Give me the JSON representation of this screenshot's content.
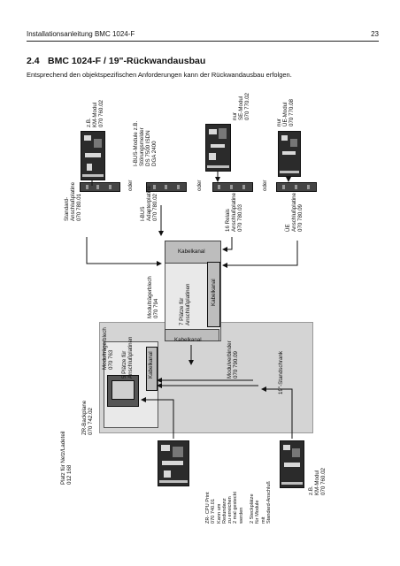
{
  "header": {
    "left": "Installationsanleitung BMC 1024-F",
    "page": "23"
  },
  "section": {
    "number": "2.4",
    "title": "BMC 1024-F / 19\"-Rückwandausbau"
  },
  "intro": "Entsprechend den objektspezifischen Anforderungen kann der Rückwandausbau erfolgen.",
  "diagram": {
    "top_labels": {
      "km_modul_1": "z.B.\nKM-Modul\n070 760.02",
      "ibus_module": "I-BUS-Module z.B.\nStörungsmelder\nDS 7500 ISDN\nDGA 2400",
      "se_modul": "nur\nSE-Modul\n070 770.02",
      "ue_modul": "nur\nÜE-Modul\n070 770.08"
    },
    "row_labels": {
      "standard": "Standard-\nAnschlußplatine\n070 780.01",
      "oder_1": "oder",
      "ibus_adapter": "I-BUS\nAdapterplatine\n070 780.02",
      "oder_2": "oder",
      "relais": "16 Relais\nAnschlußplatine\n070 780.03",
      "oder_3": "oder",
      "ue": "ÜE\nAnschlußplatine\n070 780.09"
    },
    "mid_labels": {
      "modultraegerblech_top": "Modulträgerblech\n070 794",
      "plaetze_7": "7 Plätze für\nAnschlußplatinen",
      "kabelkanal_top": "Kabelkanal",
      "kabelkanal_vert": "Kabelkanal",
      "kabelkanal_mid": "Kabelkanal",
      "modulverbinder": "Modulverbinder\n070 790.09",
      "standschrank": "19\"-Standschrank"
    },
    "bottom_labels": {
      "platz_netz": "Platz für Netz/Ladeteil\n012 168",
      "zr_backplane": "ZR-Backplane\n070 742.02",
      "modultraegerblech": "Modulträgerblech\n070 763",
      "plaetze_5": "5 Plätze für\nAnschlußplatinen",
      "kabelkanal_left": "Kabelkanal",
      "zr_cpu": "ZR- CPU Print\n070 740.01\nKann um\nRedundanz\nzu erreichen\n2 mal gesteckt\nwerden",
      "steckplaetze": "2 Steckplätze\nfür Module\nmit\nStandard-Anschluß",
      "km_modul_2": "z.B.\nKM-Modul\n070 760.02"
    }
  }
}
